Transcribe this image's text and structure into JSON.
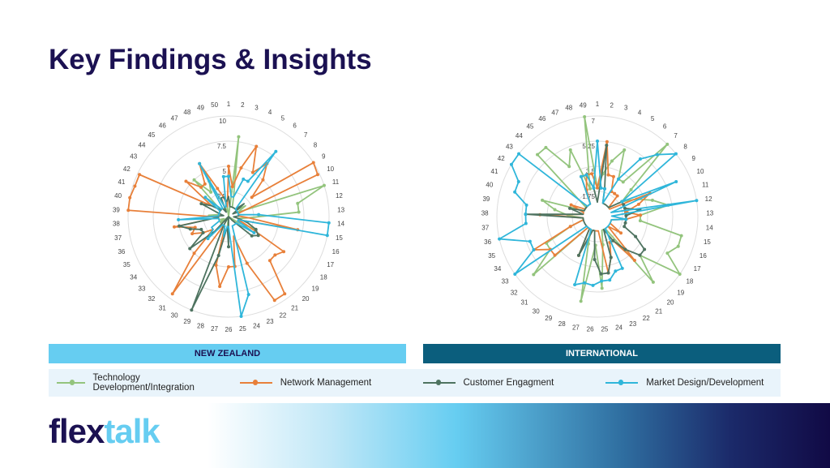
{
  "title": "Key Findings & Insights",
  "colors": {
    "tech": "#93c47d",
    "network": "#e8803a",
    "customer": "#4e7360",
    "market": "#2fb6da"
  },
  "labels": {
    "nz": "NEW ZEALAND",
    "international": "INTERNATIONAL"
  },
  "legend": [
    {
      "key": "tech",
      "label": "Technology Development/Integration"
    },
    {
      "key": "network",
      "label": "Network Management"
    },
    {
      "key": "customer",
      "label": "Customer Engagment"
    },
    {
      "key": "market",
      "label": "Market Design/Development"
    }
  ],
  "logo": {
    "part1": "flex",
    "part2": "talk"
  },
  "chart_data": [
    {
      "type": "radar",
      "name": "New Zealand",
      "axes": 50,
      "rmax": 10,
      "rticks": [
        0,
        2.5,
        5,
        7.5,
        10
      ],
      "series": [
        {
          "key": "tech",
          "name": "Technology Development/Integration",
          "values": [
            0,
            8,
            2,
            1,
            1,
            1,
            1,
            1,
            2,
            1,
            10,
            7,
            7,
            2,
            1,
            2,
            3,
            1,
            0,
            0,
            0,
            0,
            0,
            0,
            0,
            0,
            1,
            0,
            0,
            0,
            0,
            0,
            1,
            1,
            0.5,
            1,
            1,
            1,
            2,
            1,
            1,
            1,
            1,
            1,
            5,
            3,
            4,
            1,
            0.5,
            1
          ]
        },
        {
          "key": "network",
          "name": "Network Management",
          "values": [
            5,
            3,
            5,
            7.5,
            5,
            6.5,
            5,
            3,
            10,
            9.8,
            1,
            1,
            1,
            2,
            7,
            1,
            2,
            6.5,
            6,
            6,
            9.5,
            9.5,
            5,
            2,
            5,
            5,
            7,
            5,
            1,
            1,
            9.5,
            5,
            2,
            3,
            4,
            3.5,
            5.5,
            1,
            10,
            10,
            9.8,
            9.8,
            2,
            5.5,
            4,
            4,
            6,
            3,
            2,
            1
          ]
        },
        {
          "key": "customer",
          "name": "Customer Engagment",
          "values": [
            2,
            1,
            1,
            1,
            1,
            1,
            1,
            2,
            0.5,
            1,
            1,
            1,
            1,
            0.5,
            1,
            2,
            3,
            3.5,
            3,
            0.5,
            0,
            0,
            0,
            0,
            0,
            3,
            1,
            4,
            10,
            1,
            0,
            2,
            5,
            3,
            3,
            4,
            5,
            1,
            1,
            0.5,
            1,
            3,
            2,
            1,
            1,
            1,
            0.5,
            2,
            2,
            1.5
          ]
        },
        {
          "key": "market",
          "name": "Market Design/Development",
          "values": [
            4,
            2,
            2,
            4,
            4,
            8,
            1,
            1,
            1,
            1,
            1,
            1,
            3,
            10,
            10,
            1,
            1,
            3,
            1,
            1,
            1,
            1,
            1,
            8,
            10,
            1,
            1,
            2,
            1,
            1,
            1,
            3,
            2,
            2,
            1,
            1,
            1,
            5,
            1,
            1,
            1,
            1,
            1,
            3,
            1,
            1,
            6,
            1,
            1,
            4
          ]
        }
      ]
    },
    {
      "type": "radar",
      "name": "International",
      "axes": 49,
      "rmax": 7,
      "rticks": [
        0,
        1.75,
        3.5,
        5.25,
        7
      ],
      "series": [
        {
          "key": "tech",
          "name": "Technology Development/Integration",
          "values": [
            2,
            3,
            4,
            5,
            3,
            3,
            7,
            3,
            2,
            3,
            4,
            5,
            3,
            3,
            6,
            6,
            5.5,
            7,
            4,
            6,
            1,
            1,
            1,
            2,
            5,
            2,
            6,
            2,
            1,
            1,
            1,
            6,
            4,
            4,
            2,
            1,
            1,
            2,
            3,
            4,
            1,
            1,
            1,
            6,
            6,
            4,
            5,
            2,
            7
          ]
        },
        {
          "key": "network",
          "name": "Network Management",
          "values": [
            2,
            5.25,
            3,
            3,
            2,
            2,
            2,
            1,
            1,
            4,
            3,
            2,
            3,
            2,
            1,
            1,
            1,
            2,
            1,
            4,
            2,
            2,
            3,
            4,
            1,
            1,
            1,
            1,
            3,
            1,
            1,
            4,
            4,
            5,
            2,
            1,
            1,
            4,
            1,
            1,
            2,
            1,
            1,
            1,
            1,
            1,
            2,
            3,
            3
          ]
        },
        {
          "key": "customer",
          "name": "Customer Engagment",
          "values": [
            1,
            5,
            2,
            1,
            1,
            1,
            1,
            1,
            2,
            2,
            2,
            3,
            2,
            2,
            2,
            2,
            3,
            4,
            4,
            3,
            2,
            1,
            3,
            4,
            4,
            3,
            1,
            1,
            3,
            1,
            1,
            1,
            1,
            1,
            1,
            1,
            1,
            5,
            1,
            2,
            1,
            1,
            1,
            1,
            1,
            1,
            3,
            3,
            2
          ]
        },
        {
          "key": "market",
          "name": "Market Design/Development",
          "values": [
            5.25,
            2,
            2,
            1,
            3,
            5,
            6,
            7,
            2,
            6,
            1,
            7,
            1,
            2,
            1,
            1,
            1,
            1,
            1,
            1,
            1,
            4,
            4,
            4.5,
            4.5,
            4.8,
            4.7,
            5,
            1,
            1,
            1,
            1,
            7,
            5,
            5,
            7,
            5,
            5,
            5,
            6,
            6,
            7,
            7,
            1,
            1,
            1,
            3,
            3,
            2
          ]
        }
      ]
    }
  ]
}
